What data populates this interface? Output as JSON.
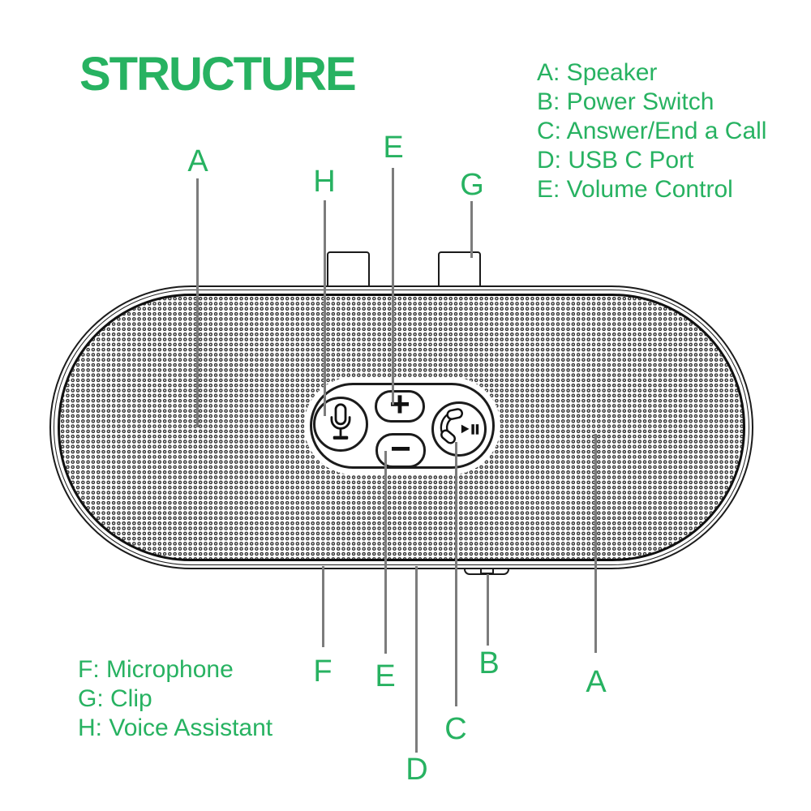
{
  "title": "STRUCTURE",
  "legend_right": {
    "items": [
      {
        "text": "A: Speaker"
      },
      {
        "text": "B: Power Switch"
      },
      {
        "text": "C: Answer/End a Call"
      },
      {
        "text": "D: USB C Port"
      },
      {
        "text": "E: Volume Control"
      }
    ]
  },
  "legend_bottom": {
    "items": [
      {
        "text": "F: Microphone"
      },
      {
        "text": "G: Clip"
      },
      {
        "text": "H: Voice Assistant"
      }
    ]
  },
  "callouts": {
    "a_top": "A",
    "h_top": "H",
    "e_top": "E",
    "g_top": "G",
    "f_bottom": "F",
    "e_bottom": "E",
    "b_bottom": "B",
    "a_bottom": "A",
    "c_bottom": "C",
    "d_bottom": "D"
  },
  "device": {
    "plus_label": "+",
    "minus_label": "−",
    "icons": {
      "mic": "microphone-icon",
      "call": "phone-handset-icon",
      "play_pause": "play-pause-icon"
    }
  },
  "colors": {
    "accent_green": "#27b261",
    "line_gray": "#7c7c7c",
    "ink": "#1b1b1b"
  }
}
